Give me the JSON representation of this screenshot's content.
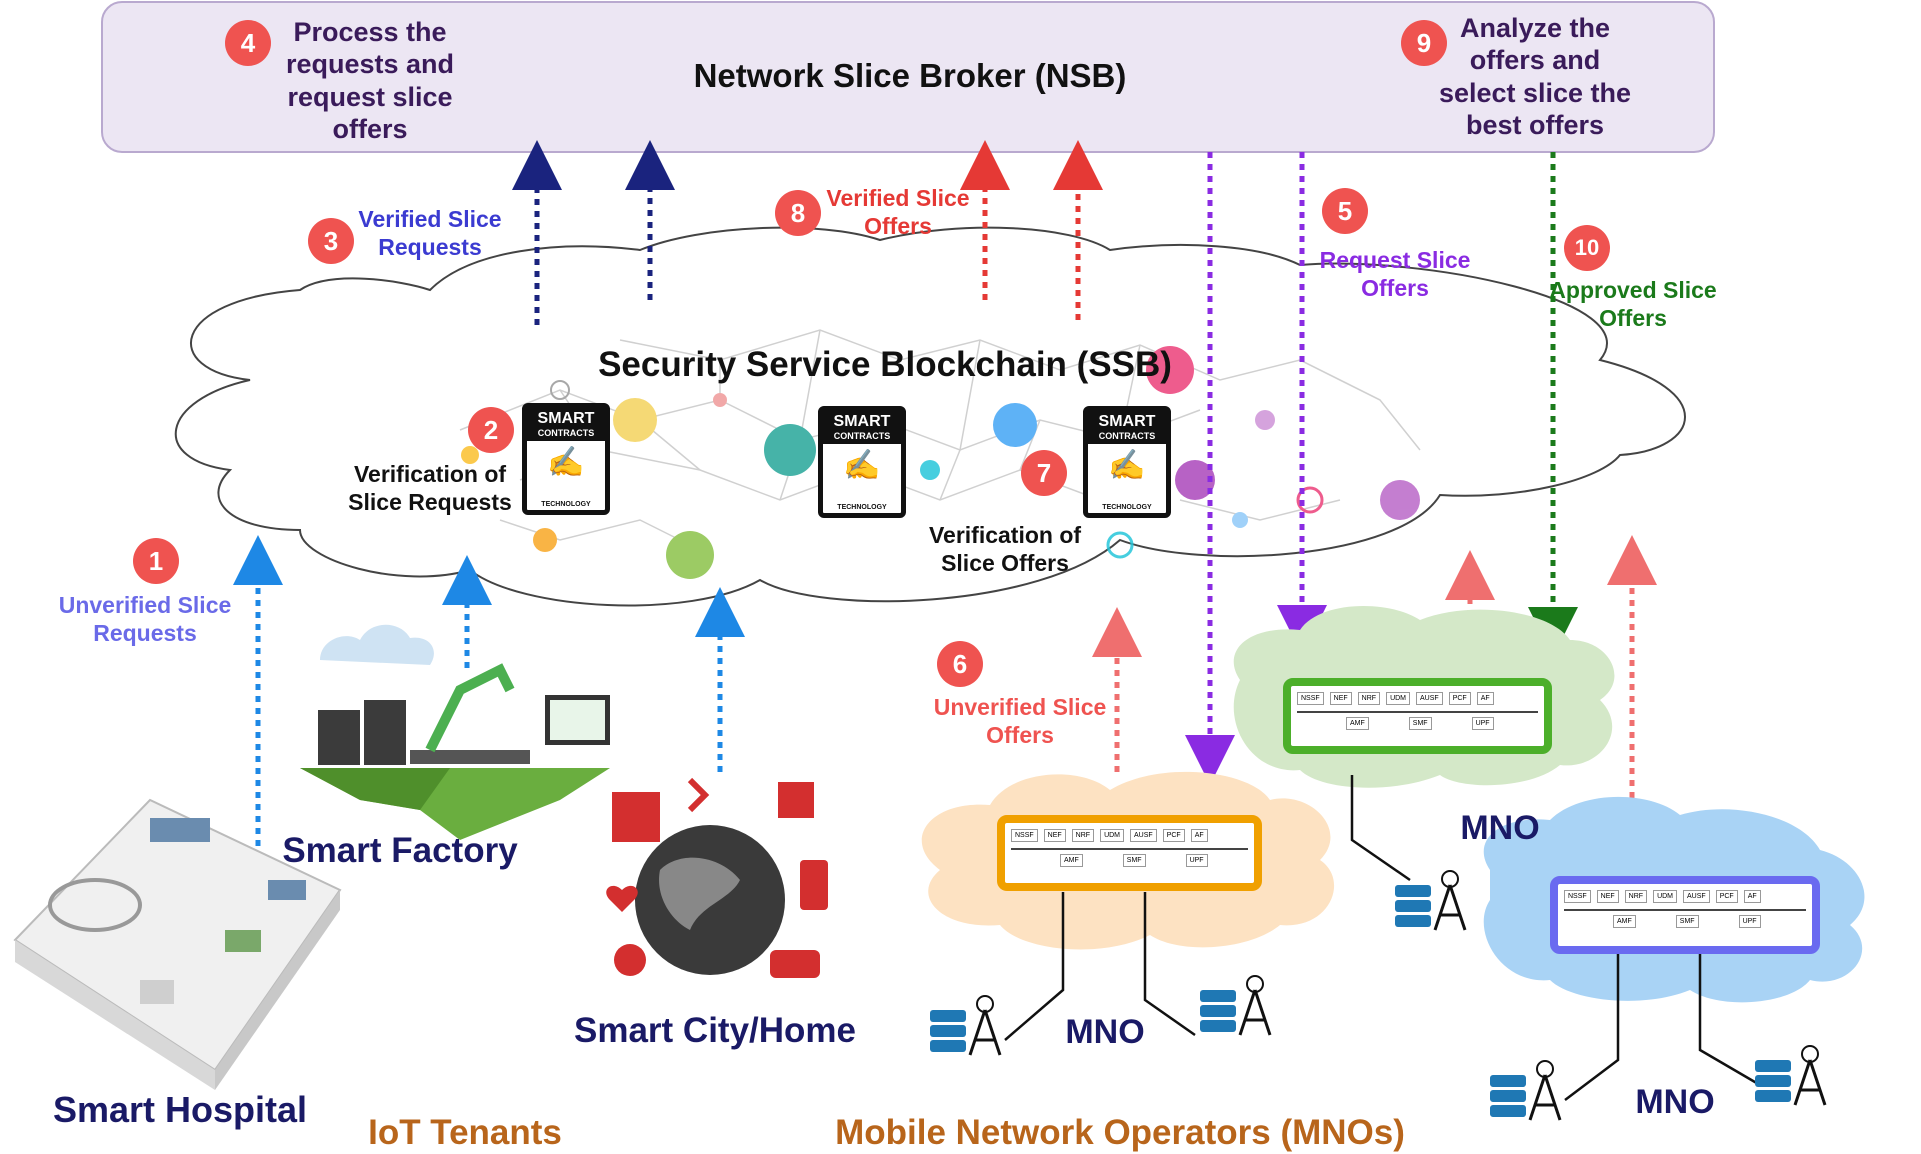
{
  "nsb": {
    "title": "Network Slice Broker (NSB)",
    "step4_text": "Process the requests and request slice offers",
    "step9_text": "Analyze the offers and select slice the best offers"
  },
  "ssb": {
    "title": "Security Service Blockchain (SSB)",
    "verify_requests": "Verification of Slice Requests",
    "verify_offers": "Verification of Slice Offers",
    "contract_line1": "SMART",
    "contract_line2": "CONTRACTS",
    "contract_line3": "TECHNOLOGY"
  },
  "steps": {
    "s1": "1",
    "s2": "2",
    "s3": "3",
    "s4": "4",
    "s5": "5",
    "s6": "6",
    "s7": "7",
    "s8": "8",
    "s9": "9",
    "s10": "10"
  },
  "flows": {
    "unverified_requests": "Unverified Slice Requests",
    "verified_requests": "Verified Slice Requests",
    "verified_offers": "Verified Slice Offers",
    "request_offers": "Request Slice Offers",
    "approved_offers": "Approved Slice Offers",
    "unverified_offers": "Unverified Slice Offers"
  },
  "tenants": {
    "hospital": "Smart Hospital",
    "factory": "Smart Factory",
    "city": "Smart City/Home",
    "group_label": "IoT Tenants"
  },
  "mnos": {
    "mno_label": "MNO",
    "group_label": "Mobile Network Operators (MNOs)",
    "core_functions": [
      "NSSF",
      "NEF",
      "NRF",
      "UDM",
      "AUSF",
      "PCF",
      "AF"
    ],
    "amf": "AMF",
    "smf": "SMF",
    "upf": "UPF"
  },
  "colors": {
    "nsb_fill": "#ece6f3",
    "verified_requests": "#1a237e",
    "verified_offers": "#e53935",
    "request_offers": "#8a2be2",
    "approved_offers": "#1b7a1b",
    "unverified_requests": "#1e88e5",
    "unverified_offers": "#ef5350",
    "tenant_text": "#1a1a66",
    "group_text": "#b8651b",
    "mno_orange": "#f0a000",
    "mno_green": "#4caf2a",
    "mno_blue": "#6a6af0",
    "badge": "#ef5350"
  }
}
